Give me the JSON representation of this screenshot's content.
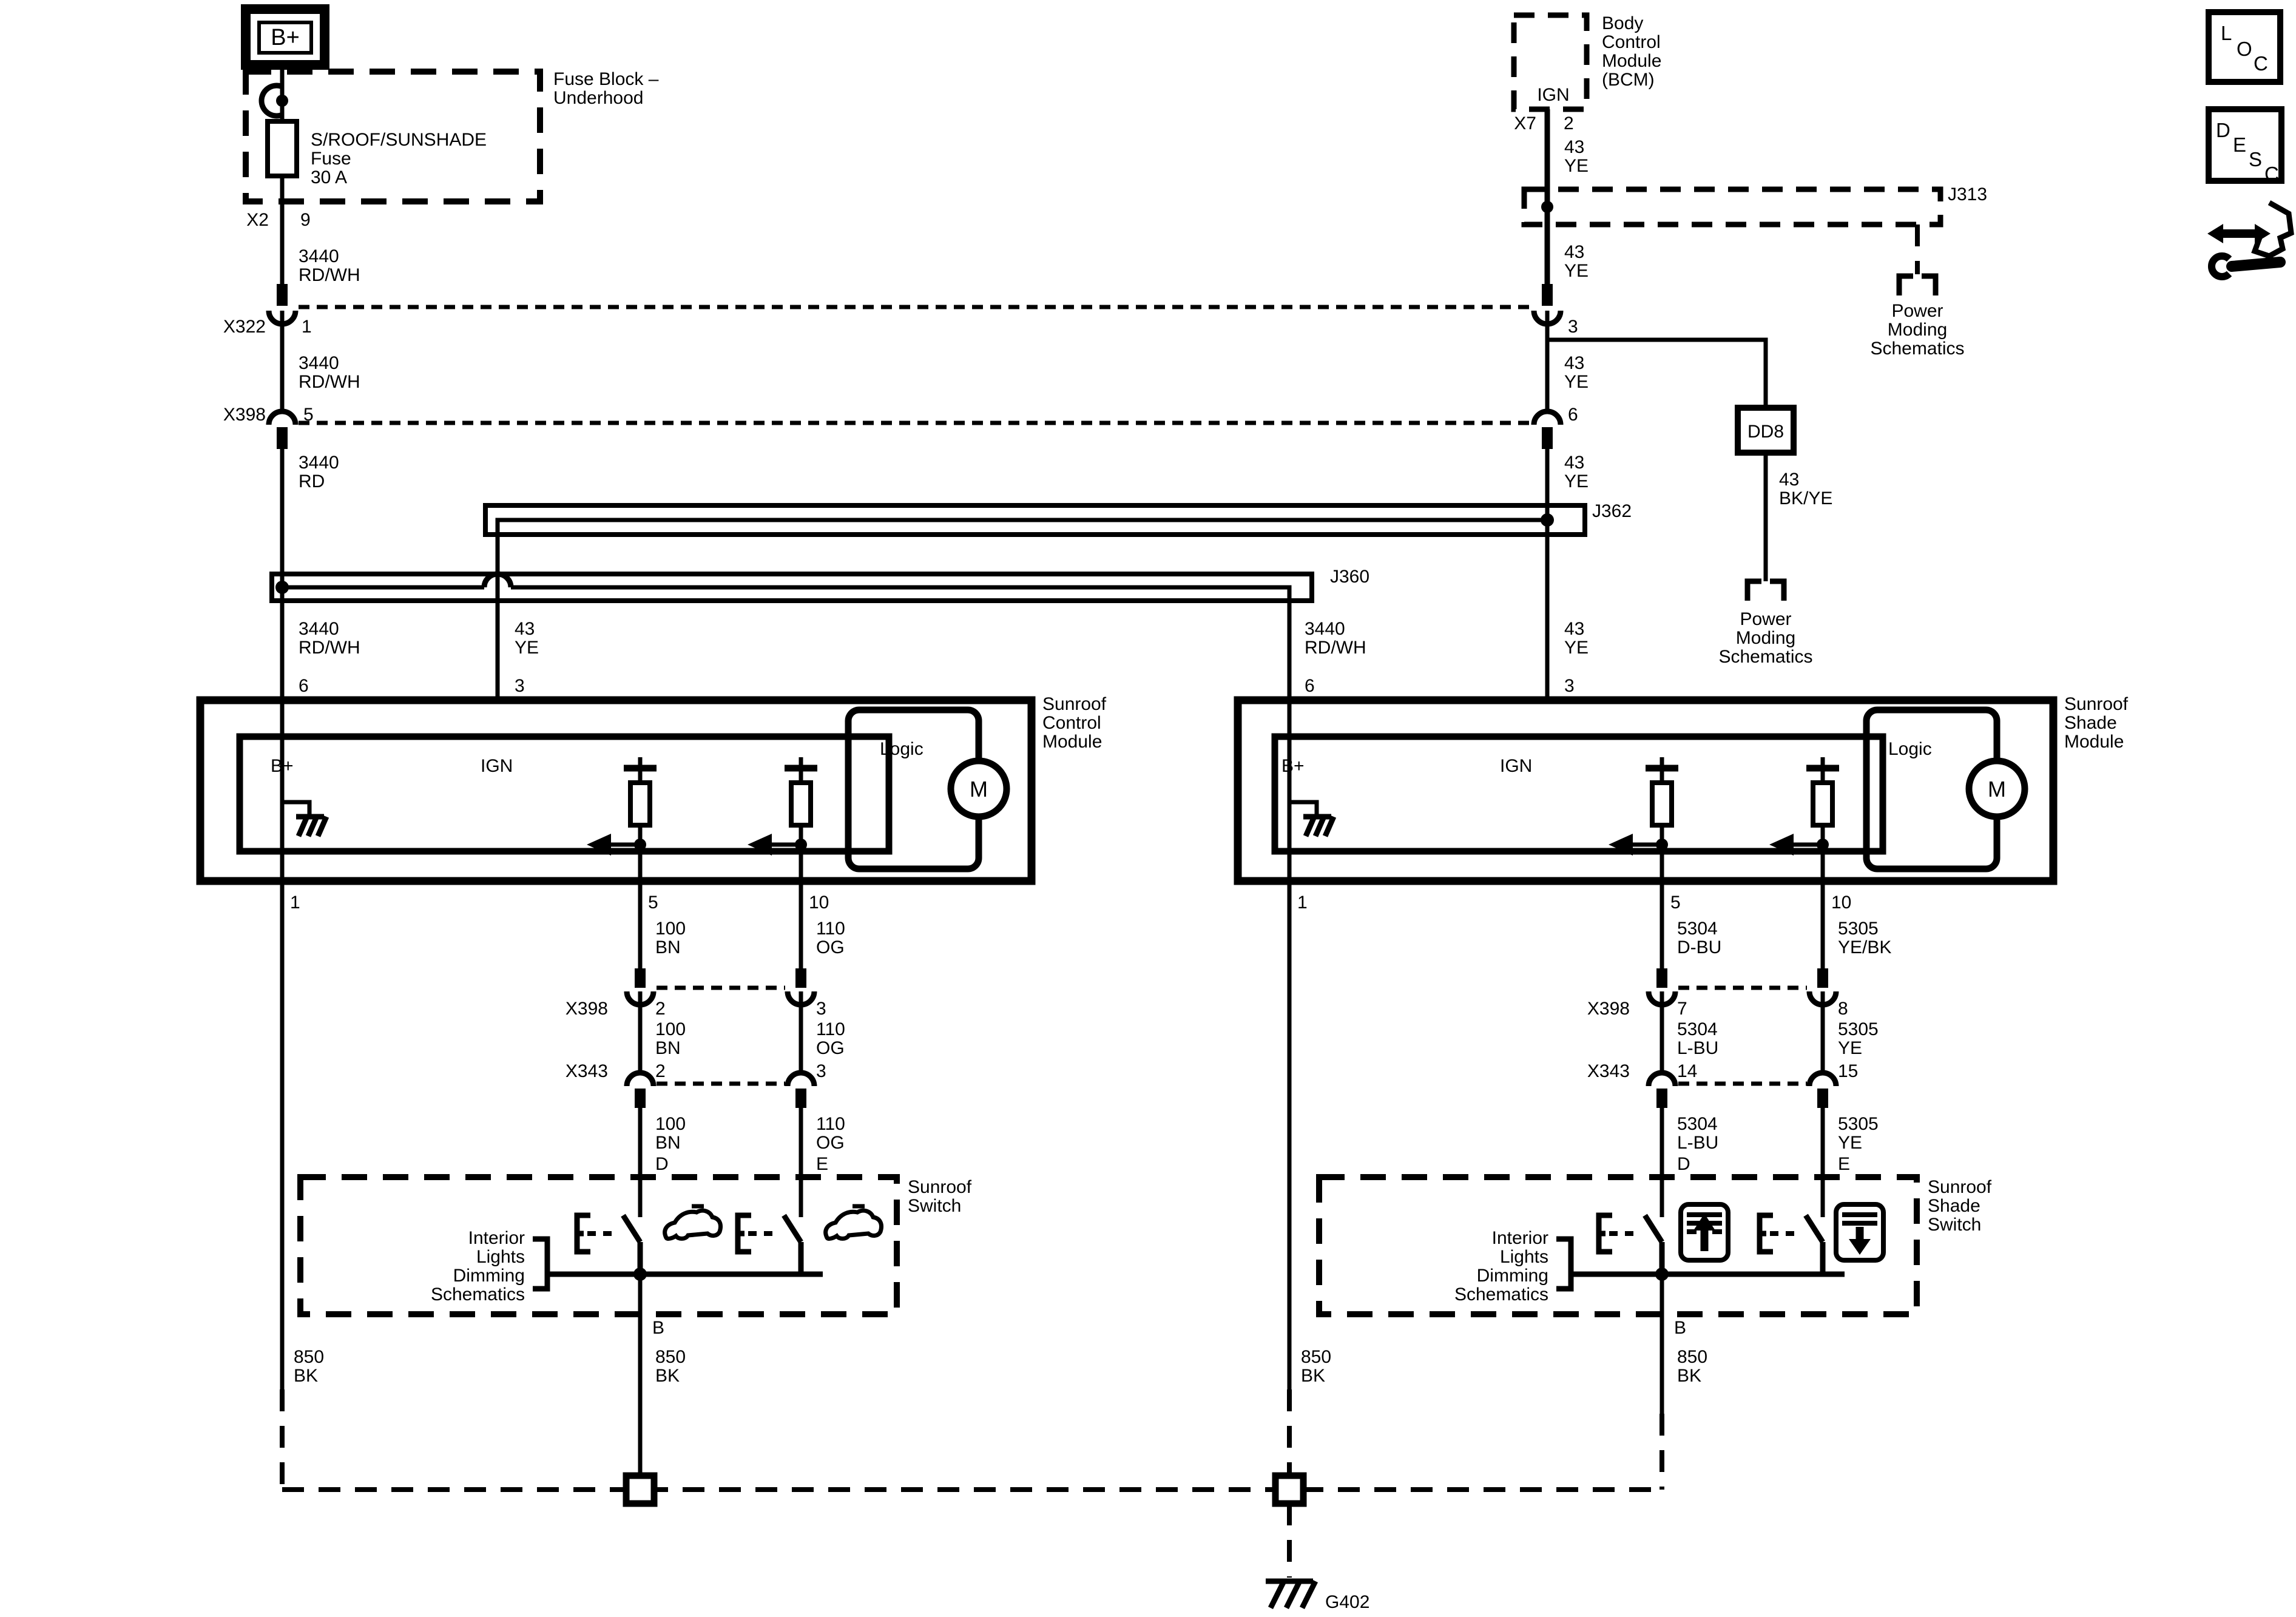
{
  "header": {
    "loc_letters": [
      "L",
      "O",
      "C"
    ],
    "desc_letters": [
      "D",
      "E",
      "S",
      "C"
    ]
  },
  "battery": {
    "label": "B+"
  },
  "fuse_block": {
    "title_lines": [
      "Fuse Block –",
      "Underhood"
    ],
    "fuse_lines": [
      "S/ROOF/SUNSHADE",
      "Fuse",
      "30 A"
    ],
    "connector": "X2",
    "pin": "9"
  },
  "bcm": {
    "title_lines": [
      "Body",
      "Control",
      "Module",
      "(BCM)"
    ],
    "terminal": "IGN",
    "connector": "X7",
    "pin": "2"
  },
  "junctions": {
    "j313": "J313",
    "j362": "J362",
    "j360": "J360",
    "dd8": "DD8",
    "ground": "G402"
  },
  "offpage": {
    "power_moding_lines": [
      "Power",
      "Moding",
      "Schematics"
    ]
  },
  "interior_dimming_lines": [
    "Interior",
    "Lights",
    "Dimming",
    "Schematics"
  ],
  "wire_labels": {
    "c3440": "3440",
    "rdwh": "RD/WH",
    "rd": "RD",
    "c43": "43",
    "ye": "YE",
    "bkye": "BK/YE",
    "c100": "100",
    "bn": "BN",
    "c110": "110",
    "og": "OG",
    "c5304": "5304",
    "dbu": "D-BU",
    "lbu": "L-BU",
    "c5305": "5305",
    "yebk": "YE/BK",
    "c850": "850",
    "bk": "BK"
  },
  "connectors": {
    "x322": "X322",
    "x398": "X398",
    "x343": "X343"
  },
  "pins": {
    "p1": "1",
    "p2": "2",
    "p3": "3",
    "p5": "5",
    "p6": "6",
    "p7": "7",
    "p8": "8",
    "p9": "9",
    "p10": "10",
    "p14": "14",
    "p15": "15",
    "d": "D",
    "e": "E",
    "b": "B"
  },
  "modules": {
    "control": {
      "title_lines": [
        "Sunroof",
        "Control",
        "Module"
      ]
    },
    "shade": {
      "title_lines": [
        "Sunroof",
        "Shade",
        "Module"
      ]
    },
    "b_plus": "B+",
    "ign": "IGN",
    "logic": "Logic",
    "motor": "M"
  },
  "switches": {
    "sunroof": {
      "title_lines": [
        "Sunroof",
        "Switch"
      ]
    },
    "shade": {
      "title_lines": [
        "Sunroof",
        "Shade",
        "Switch"
      ]
    }
  }
}
